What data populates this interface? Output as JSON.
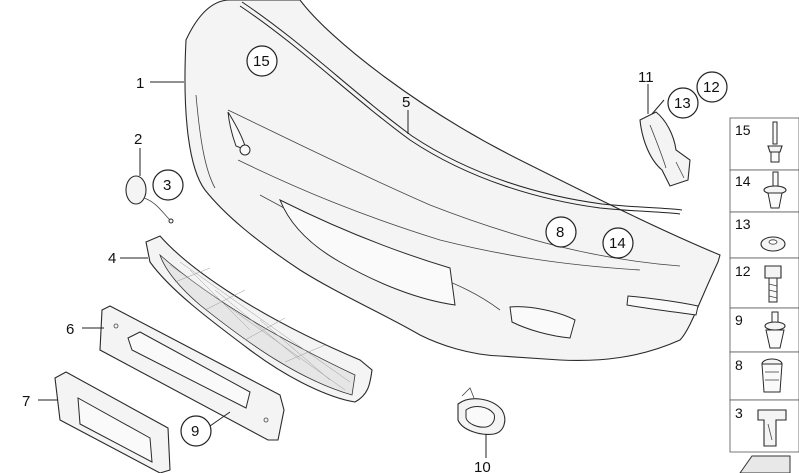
{
  "diagram": {
    "callouts": {
      "c1": "1",
      "c2": "2",
      "c3": "3",
      "c4": "4",
      "c5": "5",
      "c6": "6",
      "c7": "7",
      "c8": "8",
      "c9": "9",
      "c10": "10",
      "c11": "11",
      "c12": "12",
      "c13": "13",
      "c14": "14",
      "c15": "15"
    },
    "side_panel": [
      "15",
      "14",
      "13",
      "12",
      "9",
      "8",
      "3"
    ]
  }
}
